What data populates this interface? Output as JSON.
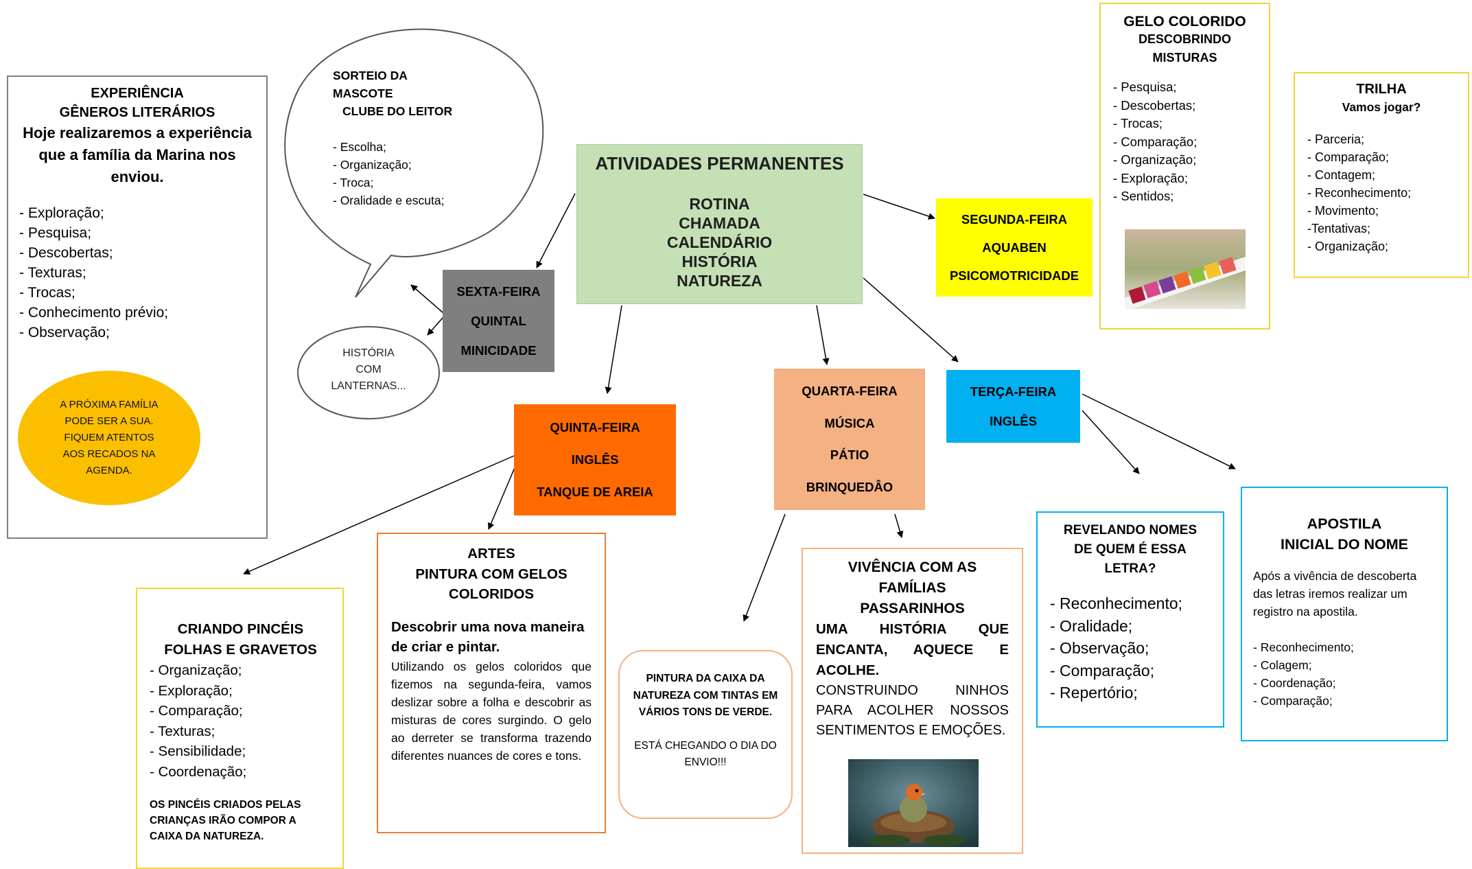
{
  "experiencia": {
    "title1": "EXPERIÊNCIA",
    "title2": "GÊNEROS LITERÁRIOS",
    "title3": "Hoje realizaremos a experiência que a família da Marina nos enviou.",
    "items": [
      "- Exploração;",
      "- Pesquisa;",
      "- Descobertas;",
      "- Texturas;",
      "- Trocas;",
      "- Conhecimento prévio;",
      "- Observação;"
    ],
    "circle_text": "A PRÓXIMA FAMÍLIA PODE SER A SUA. FIQUEM ATENTOS AOS RECADOS NA AGENDA.",
    "circle_color": "#fcbf00"
  },
  "sorteio": {
    "title1": "SORTEIO DA",
    "title2": "MASCOTE",
    "title3": "CLUBE DO LEITOR",
    "items": [
      "- Escolha;",
      "- Organização;",
      "- Troca;",
      "- Oralidade e escuta;"
    ]
  },
  "historia_lanternas": {
    "line1": "HISTÓRIA",
    "line2": "COM",
    "line3": "LANTERNAS..."
  },
  "central": {
    "title": "ATIVIDADES PERMANENTES",
    "items": [
      "ROTINA",
      "CHAMADA",
      "CALENDÁRIO",
      "HISTÓRIA",
      "NATUREZA"
    ],
    "color": "#c5e0b4"
  },
  "dias": {
    "segunda": {
      "lines": [
        "SEGUNDA-FEIRA",
        "AQUABEN",
        "PSICOMOTRICIDADE"
      ],
      "color": "#ffff00"
    },
    "sexta": {
      "lines": [
        "SEXTA-FEIRA",
        "QUINTAL",
        "MINICIDADE"
      ],
      "color": "#7f7f7f"
    },
    "quinta": {
      "lines": [
        "QUINTA-FEIRA",
        "INGLÊS",
        "TANQUE DE AREIA"
      ],
      "color": "#ff6a00"
    },
    "quarta": {
      "lines": [
        "QUARTA-FEIRA",
        "MÚSICA",
        "PÁTIO",
        "BRINQUEDÂO"
      ],
      "color": "#f4b183"
    },
    "terca": {
      "lines": [
        "TERÇA-FEIRA",
        "INGLÊS"
      ],
      "color": "#00b0f0"
    }
  },
  "gelo": {
    "title1": "GELO COLORIDO",
    "title2": "DESCOBRINDO",
    "title3": "MISTURAS",
    "items": [
      "- Pesquisa;",
      "- Descobertas;",
      "- Trocas;",
      "- Comparação;",
      "- Organização;",
      "- Exploração;",
      "- Sentidos;"
    ]
  },
  "trilha": {
    "title1": "TRILHA",
    "title2": "Vamos jogar?",
    "items": [
      "- Parceria;",
      "- Comparação;",
      "- Contagem;",
      "- Reconhecimento;",
      "- Movimento;",
      "-Tentativas;",
      "- Organização;"
    ]
  },
  "pinceis": {
    "title1": "CRIANDO PINCÉIS",
    "title2": "FOLHAS E GRAVETOS",
    "items": [
      "- Organização;",
      "- Exploração;",
      "- Comparação;",
      "- Texturas;",
      "- Sensibilidade;",
      "- Coordenação;"
    ],
    "note": "OS PINCÉIS CRIADOS PELAS CRIANÇAS IRÃO COMPOR A CAIXA DA NATUREZA."
  },
  "artes": {
    "title1": "ARTES",
    "title2": "PINTURA COM GELOS COLORIDOS",
    "subtitle": "Descobrir uma nova maneira de criar e pintar.",
    "paragraph": "Utilizando os gelos coloridos que fizemos na segunda-feira, vamos deslizar sobre a folha e descobrir as misturas de cores surgindo. O gelo ao derreter se transforma trazendo diferentes nuances de cores e tons."
  },
  "caixa": {
    "text1": "PINTURA DA CAIXA DA NATUREZA COM TINTAS EM VÁRIOS TONS DE VERDE.",
    "text2": "ESTÁ CHEGANDO O DIA DO ENVIO!!!"
  },
  "vivencia": {
    "title1": "VIVÊNCIA COM AS FAMÍLIAS",
    "title2": "PASSARINHOS",
    "bold_text": "UMA HISTÓRIA QUE ENCANTA, AQUECE E ACOLHE.",
    "text_lines": [
      "CONSTRUINDO NINHOS",
      "PARA ACOLHER NOSSOS",
      "SENTIMENTOS E EMOÇÕES."
    ]
  },
  "revelando": {
    "title1": "REVELANDO NOMES",
    "title2": "DE QUEM É ESSA LETRA?",
    "items": [
      "- Reconhecimento;",
      "- Oralidade;",
      "- Observação;",
      "- Comparação;",
      "- Repertório;"
    ]
  },
  "apostila": {
    "title1": "APOSTILA",
    "title2": "INICIAL DO NOME",
    "paragraph": "Após a vivência de descoberta das letras iremos realizar um registro na apostila.",
    "items": [
      "- Reconhecimento;",
      "- Colagem;",
      "- Coordenação;",
      "- Comparação;"
    ]
  }
}
